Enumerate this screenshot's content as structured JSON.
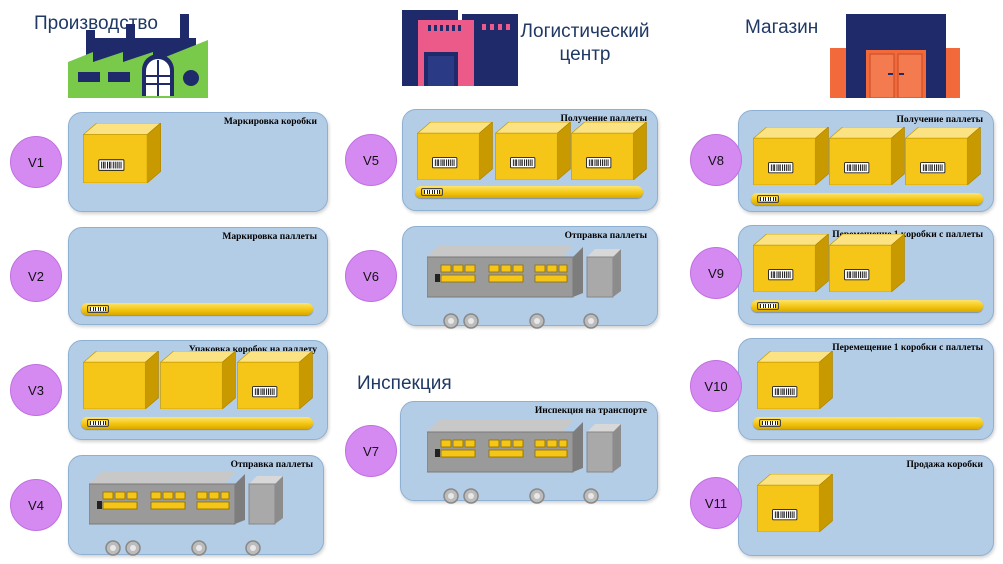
{
  "headers": {
    "production": "Производство",
    "logistics_line1": "Логистический",
    "logistics_line2": "центр",
    "shop": "Магазин",
    "inspection": "Инспекция"
  },
  "steps": {
    "v1": {
      "id": "V1",
      "title": "Маркировка коробки"
    },
    "v2": {
      "id": "V2",
      "title": "Маркировка паллеты"
    },
    "v3": {
      "id": "V3",
      "title": "Упаковка коробок на паллету"
    },
    "v4": {
      "id": "V4",
      "title": "Отправка паллеты"
    },
    "v5": {
      "id": "V5",
      "title": "Получение паллеты"
    },
    "v6": {
      "id": "V6",
      "title": "Отправка паллеты"
    },
    "v7": {
      "id": "V7",
      "title": "Инспекция на транспорте"
    },
    "v8": {
      "id": "V8",
      "title": "Получение паллеты"
    },
    "v9": {
      "id": "V9",
      "title": "Перемещение 1 коробки с паллеты"
    },
    "v10": {
      "id": "V10",
      "title": "Перемещение 1 коробки с паллеты"
    },
    "v11": {
      "id": "V11",
      "title": "Продажа коробки"
    }
  },
  "colors": {
    "panel": "#b4cde6",
    "circle": "#d58af2",
    "box": "#f5c518",
    "heading": "#1f3864"
  },
  "icons": {
    "production": "factory-icon",
    "logistics": "warehouse-icon",
    "shop": "shop-icon",
    "box": "barcoded-box-icon",
    "pallet": "barcoded-pallet-icon",
    "truck": "truck-icon"
  }
}
